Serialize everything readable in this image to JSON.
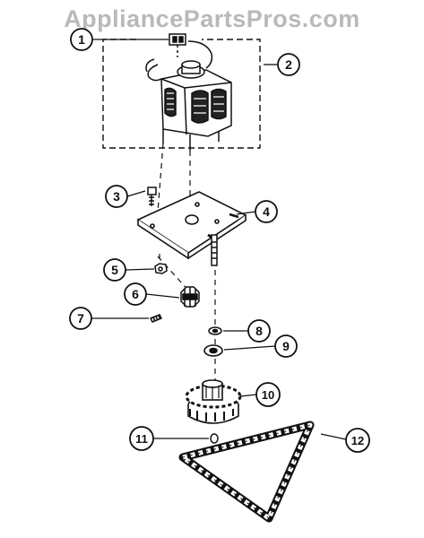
{
  "watermark": "AppliancePartsPros.com",
  "callouts": [
    {
      "id": "1",
      "label": "1"
    },
    {
      "id": "2",
      "label": "2"
    },
    {
      "id": "3",
      "label": "3"
    },
    {
      "id": "4",
      "label": "4"
    },
    {
      "id": "5",
      "label": "5"
    },
    {
      "id": "6",
      "label": "6"
    },
    {
      "id": "7",
      "label": "7"
    },
    {
      "id": "8",
      "label": "8"
    },
    {
      "id": "9",
      "label": "9"
    },
    {
      "id": "10",
      "label": "10"
    },
    {
      "id": "11",
      "label": "11"
    },
    {
      "id": "12",
      "label": "12"
    }
  ],
  "colors": {
    "ink": "#111111",
    "watermark": "#b9b9b9",
    "paper": "#ffffff"
  }
}
